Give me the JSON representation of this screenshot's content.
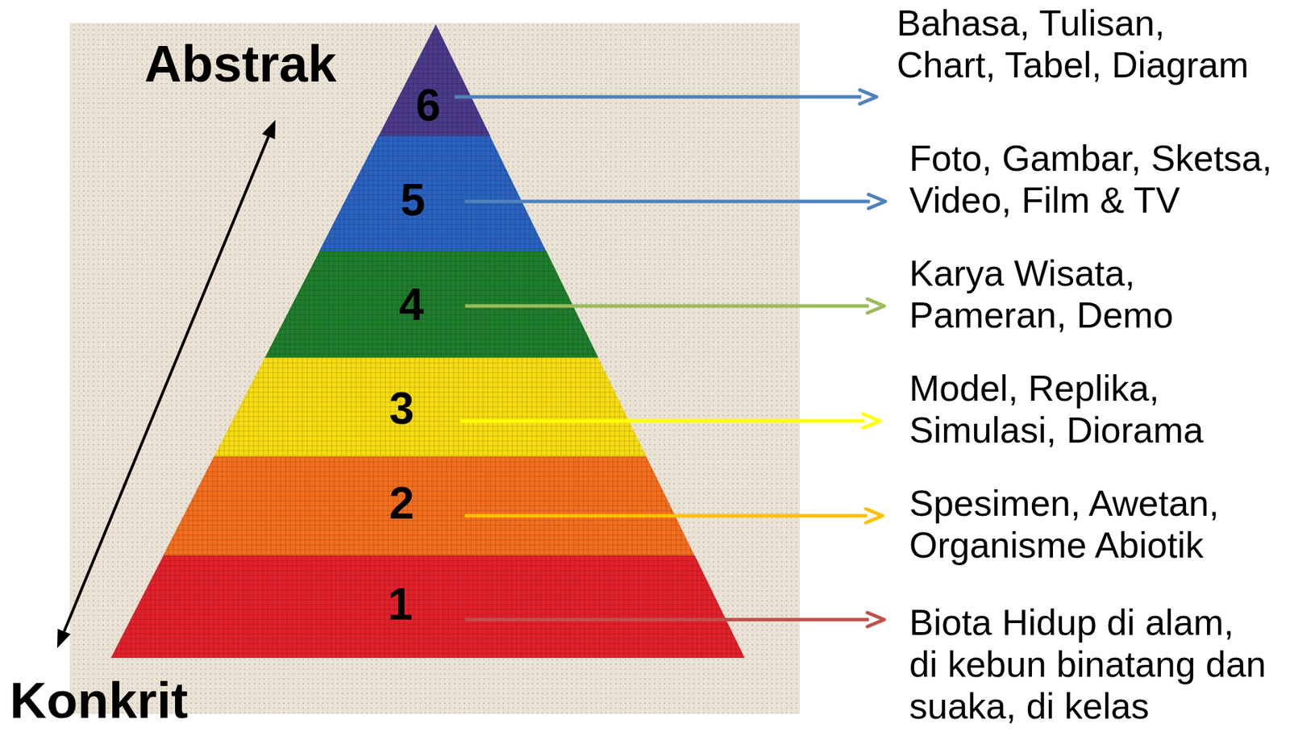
{
  "diagram": {
    "nodes": [
      {
        "text": [
          "6"
        ]
      },
      {
        "text": [
          "5"
        ]
      },
      {
        "text": [
          "4"
        ]
      },
      {
        "text": [
          "3"
        ]
      },
      {
        "text": [
          "2"
        ]
      },
      {
        "text": [
          "1"
        ]
      }
    ],
    "labels": [
      "Abstrak",
      "Bahasa, Tulisan, Chart, Tabel, Diagram",
      "Foto, Gambar, Sketsa, Video, Film & TV",
      "Karya Wisata, Pameran, Demo",
      "Model, Replika, Simulasi, Diorama",
      "Spesimen, Awetan, Organisme Abiotik",
      "Biota Hidup di alam, di kebun binatang dan suaka, di kelas",
      "Konkrit"
    ]
  }
}
